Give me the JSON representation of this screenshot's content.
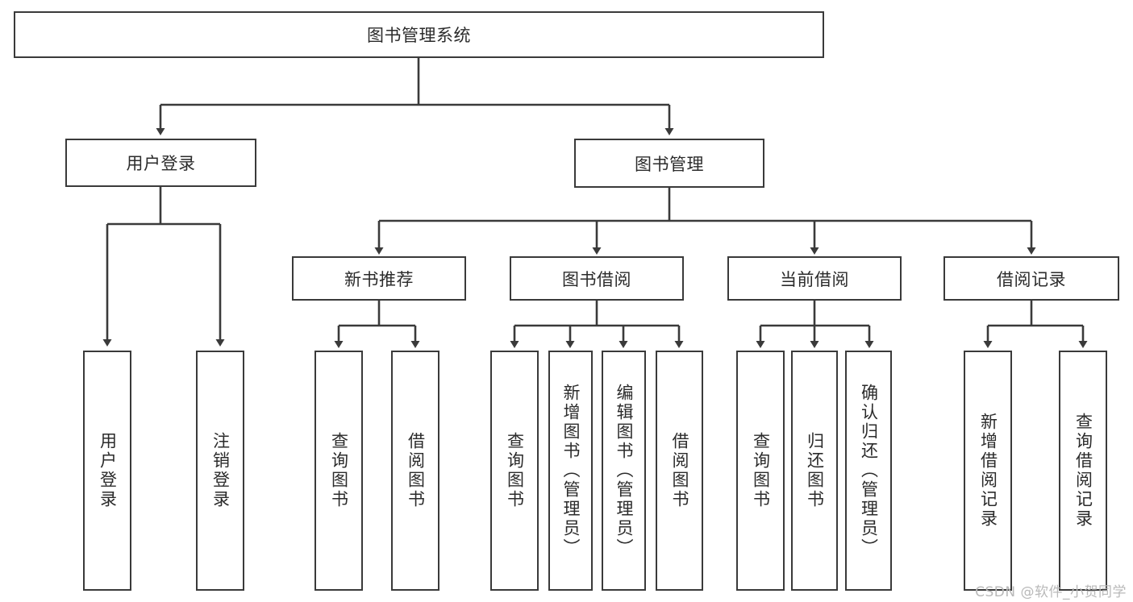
{
  "diagram": {
    "title": "图书管理系统",
    "watermark": "CSDN @软件_小贺同学",
    "root": {
      "label": "图书管理系统"
    },
    "level1": [
      {
        "label": "用户登录"
      },
      {
        "label": "图书管理"
      }
    ],
    "level2": [
      {
        "label": "新书推荐"
      },
      {
        "label": "图书借阅"
      },
      {
        "label": "当前借阅"
      },
      {
        "label": "借阅记录"
      }
    ],
    "leaves": {
      "user_login": [
        {
          "label": "用户登录"
        },
        {
          "label": "注销登录"
        }
      ],
      "new_book_recommend": [
        {
          "label": "查询图书"
        },
        {
          "label": "借阅图书"
        }
      ],
      "book_borrow": [
        {
          "label": "查询图书"
        },
        {
          "label": "新增图书（管理员）"
        },
        {
          "label": "编辑图书（管理员）"
        },
        {
          "label": "借阅图书"
        }
      ],
      "current_borrow": [
        {
          "label": "查询图书"
        },
        {
          "label": "归还图书"
        },
        {
          "label": "确认归还（管理员）"
        }
      ],
      "borrow_record": [
        {
          "label": "新增借阅记录"
        },
        {
          "label": "查询借阅记录"
        }
      ]
    },
    "colors": {
      "stroke": "#3a3a3a",
      "background": "#ffffff",
      "text": "#2b2b2b",
      "watermark": "#b9b9b9"
    }
  }
}
